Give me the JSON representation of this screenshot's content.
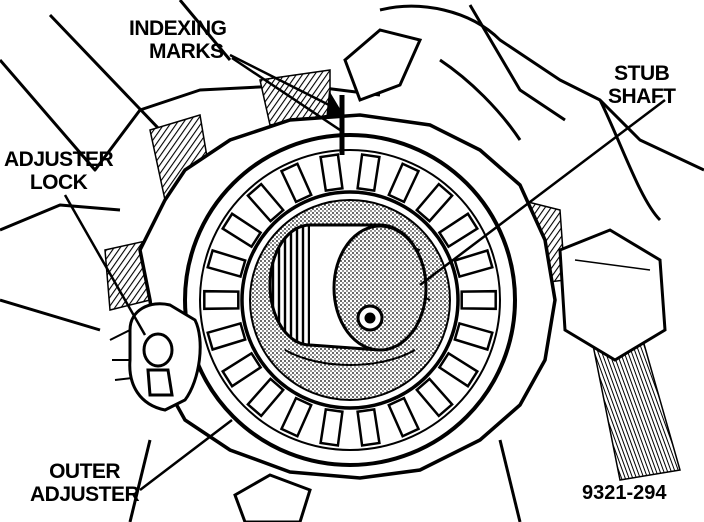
{
  "labels": {
    "indexing_marks": [
      "INDEXING",
      "MARKS"
    ],
    "stub_shaft": [
      "STUB",
      "SHAFT"
    ],
    "adjuster_lock": [
      "ADJUSTER",
      "LOCK"
    ],
    "outer_adjuster": [
      "OUTER",
      "ADJUSTER"
    ]
  },
  "figure_number": "9321-294",
  "colors": {
    "ink": "#000000",
    "paper": "#ffffff"
  }
}
